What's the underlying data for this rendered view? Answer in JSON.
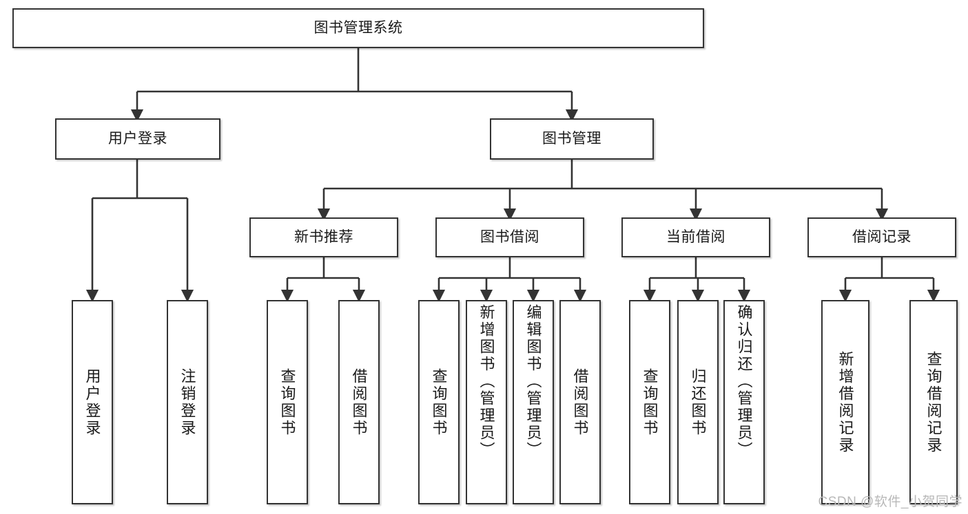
{
  "diagram": {
    "title": "图书管理系统",
    "watermark": "CSDN @软件_小贺同学",
    "colors": {
      "border": "#333333",
      "background": "#ffffff",
      "text": "#1a1a1a",
      "connector": "#333333",
      "watermark": "#b8b8b8"
    },
    "nodes": {
      "root": {
        "label": "图书管理系统"
      },
      "level2": [
        {
          "id": "user-login",
          "label": "用户登录"
        },
        {
          "id": "book-management",
          "label": "图书管理"
        }
      ],
      "level3": [
        {
          "id": "new-book-recommend",
          "label": "新书推荐"
        },
        {
          "id": "book-borrow",
          "label": "图书借阅"
        },
        {
          "id": "current-borrow",
          "label": "当前借阅"
        },
        {
          "id": "borrow-record",
          "label": "借阅记录"
        }
      ],
      "leaves": {
        "user-login": [
          {
            "id": "leaf-user-login",
            "label": "用户登录"
          },
          {
            "id": "leaf-logout",
            "label": "注销登录"
          }
        ],
        "new-book-recommend": [
          {
            "id": "leaf-query-book-1",
            "label": "查询图书"
          },
          {
            "id": "leaf-borrow-book-1",
            "label": "借阅图书"
          }
        ],
        "book-borrow": [
          {
            "id": "leaf-query-book-2",
            "label": "查询图书"
          },
          {
            "id": "leaf-add-book",
            "label": "新增图书（管理员）"
          },
          {
            "id": "leaf-edit-book",
            "label": "编辑图书（管理员）"
          },
          {
            "id": "leaf-borrow-book-2",
            "label": "借阅图书"
          }
        ],
        "current-borrow": [
          {
            "id": "leaf-query-book-3",
            "label": "查询图书"
          },
          {
            "id": "leaf-return-book",
            "label": "归还图书"
          },
          {
            "id": "leaf-confirm-return",
            "label": "确认归还（管理员）"
          }
        ],
        "borrow-record": [
          {
            "id": "leaf-add-record",
            "label": "新增借阅记录"
          },
          {
            "id": "leaf-query-record",
            "label": "查询借阅记录"
          }
        ]
      }
    }
  }
}
